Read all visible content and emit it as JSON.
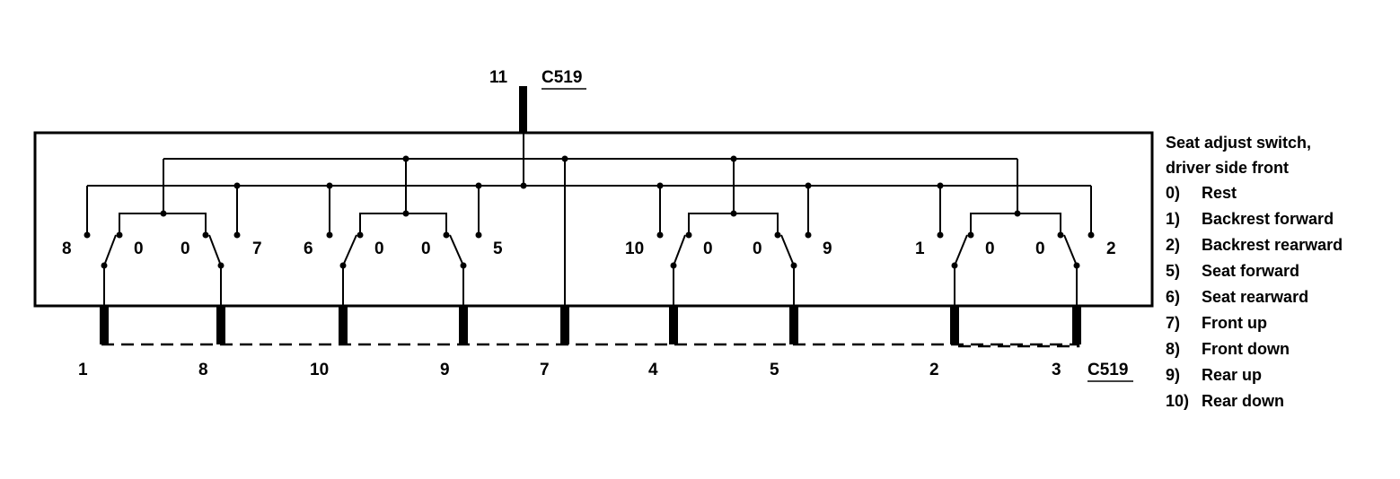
{
  "connector": {
    "top_name": "C519",
    "top_pin": "11",
    "bottom_name": "C519",
    "bottom_pins": [
      "1",
      "8",
      "10",
      "9",
      "7",
      "4",
      "5",
      "2",
      "3"
    ]
  },
  "switch_groups": [
    {
      "left_label": "8",
      "right_label": "7",
      "left_rest": "0",
      "right_rest": "0"
    },
    {
      "left_label": "6",
      "right_label": "5",
      "left_rest": "0",
      "right_rest": "0"
    },
    {
      "left_label": "10",
      "right_label": "9",
      "left_rest": "0",
      "right_rest": "0"
    },
    {
      "left_label": "1",
      "right_label": "2",
      "left_rest": "0",
      "right_rest": "0"
    }
  ],
  "legend": {
    "title_line1": "Seat adjust switch,",
    "title_line2": "driver side front",
    "items": [
      {
        "key": "0)",
        "text": "Rest"
      },
      {
        "key": "1)",
        "text": "Backrest forward"
      },
      {
        "key": "2)",
        "text": "Backrest rearward"
      },
      {
        "key": "5)",
        "text": "Seat forward"
      },
      {
        "key": "6)",
        "text": "Seat rearward"
      },
      {
        "key": "7)",
        "text": "Front up"
      },
      {
        "key": "8)",
        "text": "Front down"
      },
      {
        "key": "9)",
        "text": "Rear up"
      },
      {
        "key": "10)",
        "text": "Rear down"
      }
    ]
  }
}
